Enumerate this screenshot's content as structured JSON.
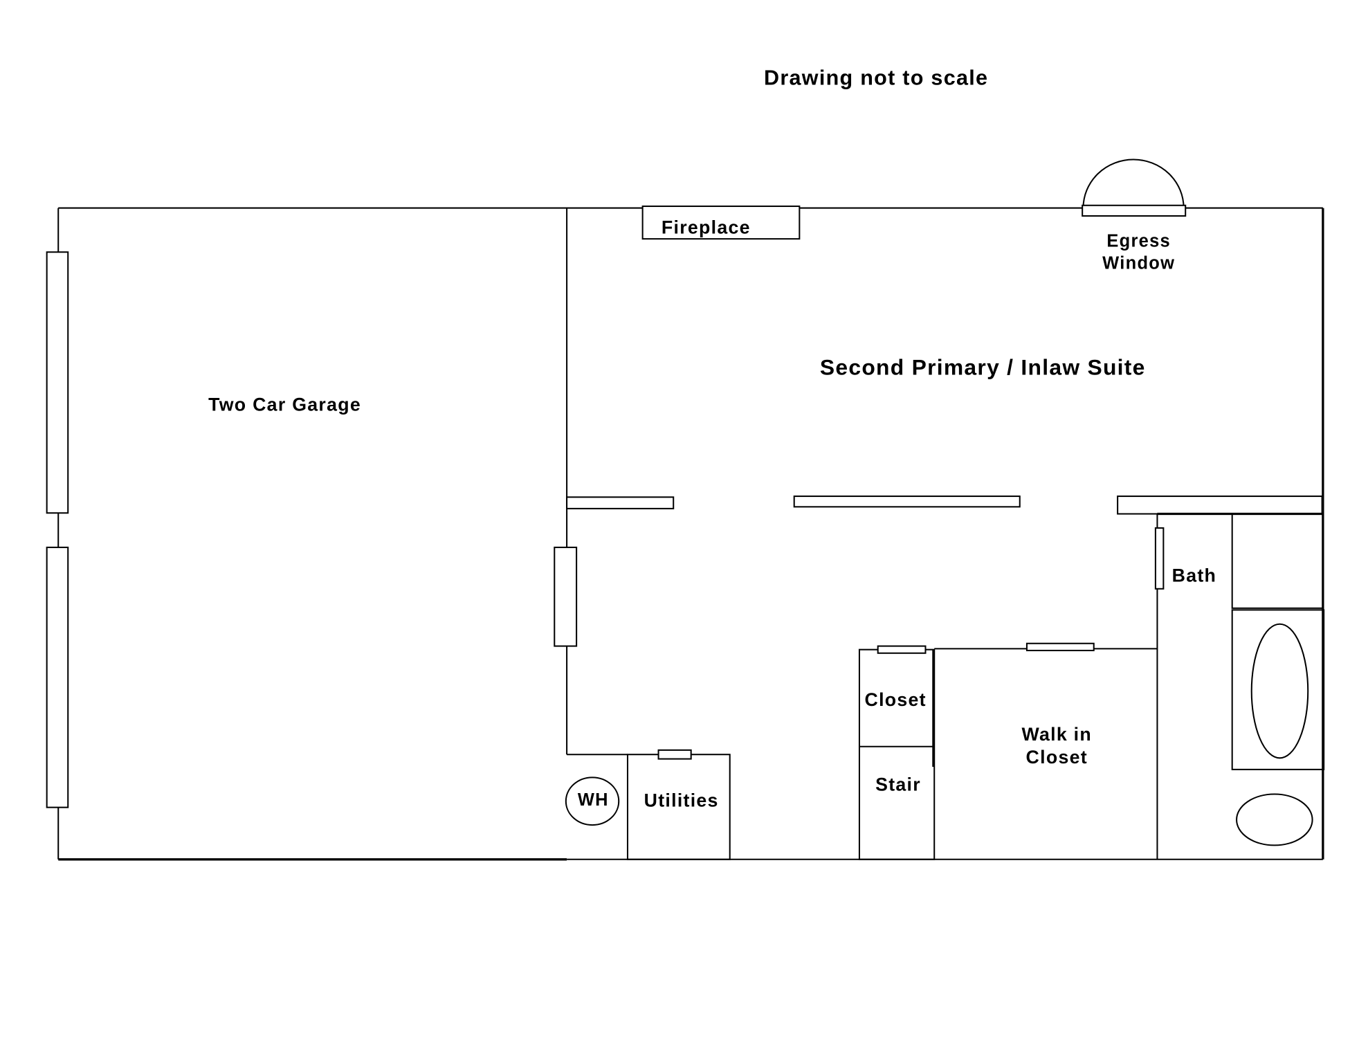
{
  "note": "Drawing not to scale",
  "rooms": {
    "garage": "Two Car Garage",
    "suite": "Second Primary / Inlaw Suite",
    "fireplace": "Fireplace",
    "egress_line1": "Egress",
    "egress_line2": "Window",
    "bath": "Bath",
    "closet": "Closet",
    "stair": "Stair",
    "walkin_line1": "Walk in",
    "walkin_line2": "Closet",
    "utilities": "Utilities",
    "water_heater": "WH"
  }
}
